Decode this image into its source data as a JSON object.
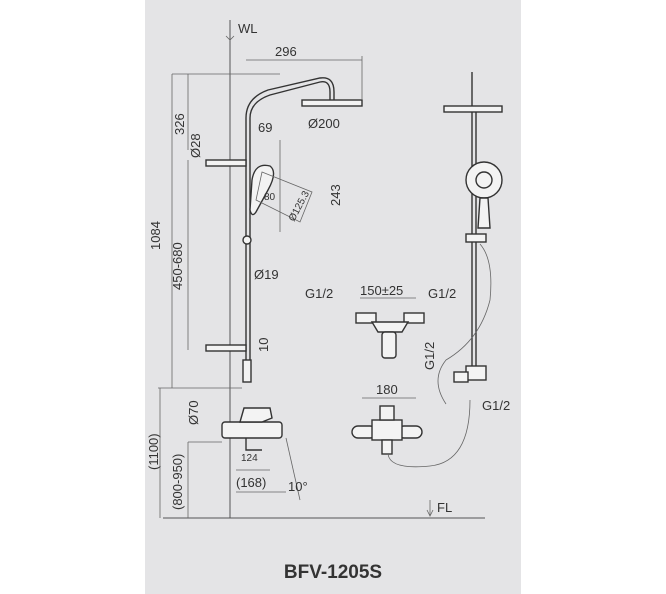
{
  "model": "BFV-1205S",
  "labels": {
    "wl": "WL",
    "fl": "FL",
    "d296": "296",
    "d326": "326",
    "d69": "69",
    "d200": "Ø200",
    "d28": "Ø28",
    "d243": "243",
    "d1253": "Ø125.3",
    "d80": "80",
    "d1084": "1084",
    "d450680": "450-680",
    "d19": "Ø19",
    "d10": "10",
    "d70": "Ø70",
    "d1100": "(1100)",
    "d800950": "(800-950)",
    "d124": "124",
    "d168": "(168)",
    "d10deg": "10°",
    "g12_left": "G1/2",
    "g12_right": "G1/2",
    "d150": "150±25",
    "d180": "180",
    "g12_vert": "G1/2",
    "g12_side": "G1/2"
  }
}
